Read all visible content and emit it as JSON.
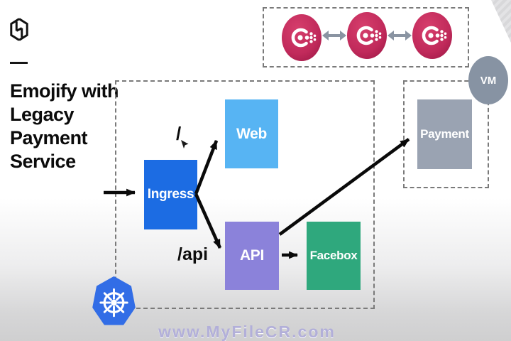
{
  "brand": {
    "logo_icon": "hashicorp-logo",
    "divider": "dash-mark"
  },
  "title": {
    "line1": "Emojify with",
    "line2": "Legacy",
    "line3": "Payment",
    "line4": "Service"
  },
  "cluster": {
    "ingress_label": "Ingress",
    "web_label": "Web",
    "api_label": "API",
    "facebox_label": "Facebox",
    "web_route_label": "/",
    "api_route_label": "/api",
    "kubernetes_icon": "kubernetes-icon"
  },
  "consul_cluster": {
    "node_count": 3,
    "icon": "consul-icon"
  },
  "vm_group": {
    "payment_label": "Payment",
    "vm_label": "VM"
  },
  "watermark": {
    "text": "www.MyFileCR.com"
  },
  "colors": {
    "ingress": "#1c6ce3",
    "web": "#57b4f3",
    "api": "#8b82da",
    "facebox": "#2fa87d",
    "payment": "#9aa3b2",
    "vm_circle": "#8793a3",
    "consul_node": "#c12a5b",
    "kubernetes_blue": "#326de6",
    "arrow_black": "#0a0a0a",
    "consul_arrow_gray": "#8a94a2",
    "dashed_border": "#7a7a7a",
    "watermark": "#b2afd9",
    "title_text": "#0b0b0b"
  }
}
